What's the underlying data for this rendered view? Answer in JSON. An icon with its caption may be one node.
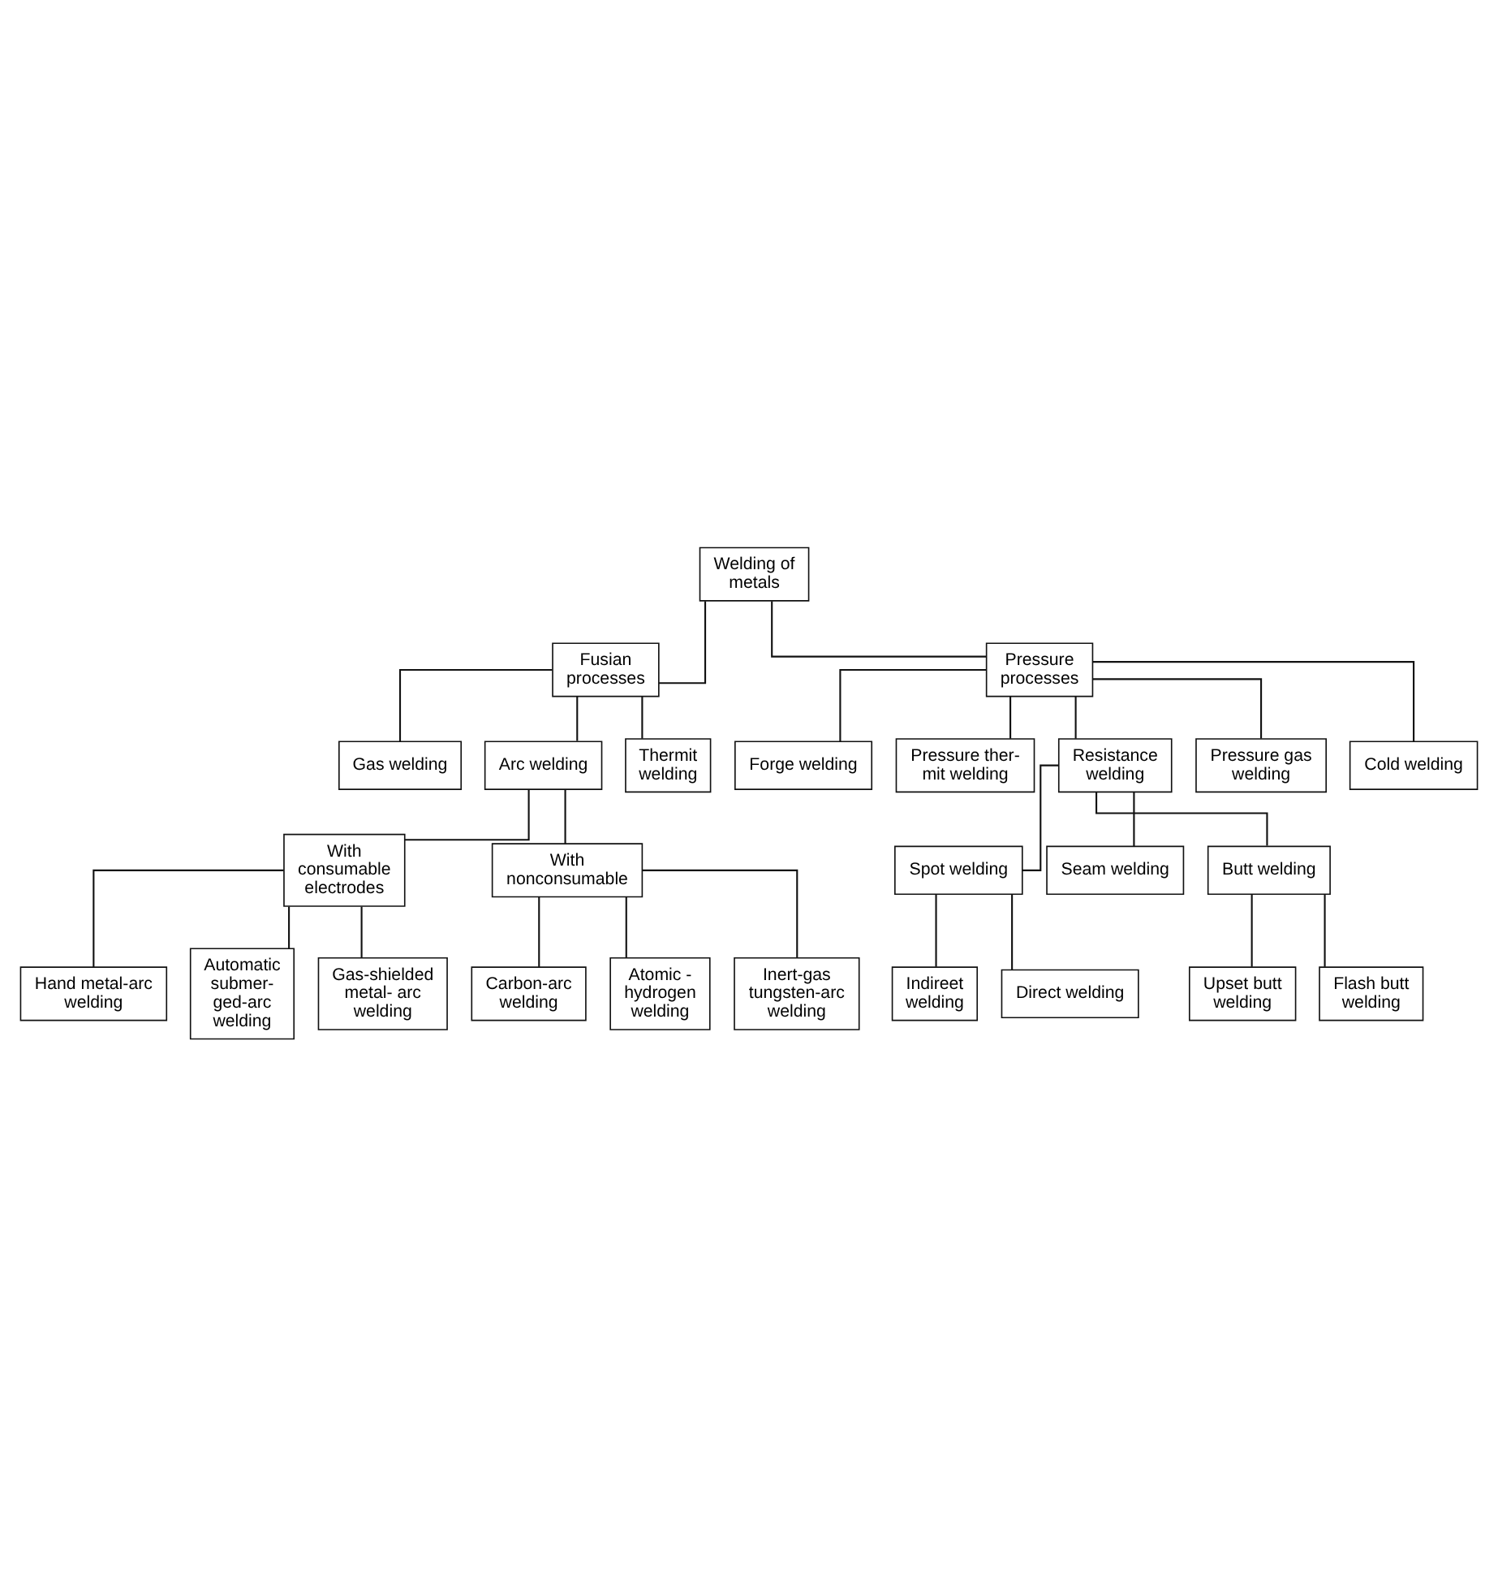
{
  "diagram": {
    "nodes": [
      {
        "text": [
          "Welding of metals"
        ]
      },
      {
        "text": [
          "Fusian processes"
        ]
      },
      {
        "text": [
          "Pressure processes"
        ]
      },
      {
        "text": [
          "Gas welding"
        ]
      },
      {
        "text": [
          "Arc welding"
        ]
      },
      {
        "text": [
          "Thermit welding"
        ]
      },
      {
        "text": [
          "Forge welding"
        ]
      },
      {
        "text": [
          "Pressure ther- mit welding"
        ]
      },
      {
        "text": [
          "Resistance welding"
        ]
      },
      {
        "text": [
          "Pressure gas welding"
        ]
      },
      {
        "text": [
          "Cold welding"
        ]
      },
      {
        "text": [
          "With consumable electrodes"
        ]
      },
      {
        "text": [
          "With nonconsumable"
        ]
      },
      {
        "text": [
          "Hand metal-arc welding"
        ]
      },
      {
        "text": [
          "Automatic submer- ged-arc welding"
        ]
      },
      {
        "text": [
          "Gas-shielded metal- arc welding"
        ]
      },
      {
        "text": [
          "Carbon-arc welding"
        ]
      },
      {
        "text": [
          "Atomic - hydrogen welding"
        ]
      },
      {
        "text": [
          "Inert-gas tungsten-arc welding"
        ]
      },
      {
        "text": [
          "Spot welding"
        ]
      },
      {
        "text": [
          "Seam welding"
        ]
      },
      {
        "text": [
          "Butt welding"
        ]
      },
      {
        "text": [
          "Indireet welding"
        ]
      },
      {
        "text": [
          "Direct welding"
        ]
      },
      {
        "text": [
          "Upset butt welding"
        ]
      },
      {
        "text": [
          "Flash butt welding"
        ]
      }
    ],
    "edges": [
      {
        "from": 0,
        "to": 1,
        "arrow": "none"
      },
      {
        "from": 0,
        "to": 2,
        "arrow": "none"
      },
      {
        "from": 1,
        "to": 3,
        "arrow": "none"
      },
      {
        "from": 1,
        "to": 4,
        "arrow": "none"
      },
      {
        "from": 1,
        "to": 5,
        "arrow": "none"
      },
      {
        "from": 2,
        "to": 6,
        "arrow": "none"
      },
      {
        "from": 2,
        "to": 7,
        "arrow": "none"
      },
      {
        "from": 2,
        "to": 8,
        "arrow": "none"
      },
      {
        "from": 2,
        "to": 9,
        "arrow": "none"
      },
      {
        "from": 2,
        "to": 10,
        "arrow": "none"
      },
      {
        "from": 4,
        "to": 11,
        "arrow": "none"
      },
      {
        "from": 4,
        "to": 12,
        "arrow": "none"
      },
      {
        "from": 11,
        "to": 13,
        "arrow": "none"
      },
      {
        "from": 11,
        "to": 14,
        "arrow": "none"
      },
      {
        "from": 11,
        "to": 15,
        "arrow": "none"
      },
      {
        "from": 12,
        "to": 16,
        "arrow": "none"
      },
      {
        "from": 12,
        "to": 17,
        "arrow": "none"
      },
      {
        "from": 12,
        "to": 18,
        "arrow": "none"
      },
      {
        "from": 8,
        "to": 19,
        "arrow": "none"
      },
      {
        "from": 8,
        "to": 20,
        "arrow": "none"
      },
      {
        "from": 8,
        "to": 21,
        "arrow": "none"
      },
      {
        "from": 19,
        "to": 22,
        "arrow": "none"
      },
      {
        "from": 19,
        "to": 23,
        "arrow": "none"
      },
      {
        "from": 21,
        "to": 24,
        "arrow": "none"
      },
      {
        "from": 21,
        "to": 25,
        "arrow": "none"
      }
    ]
  }
}
